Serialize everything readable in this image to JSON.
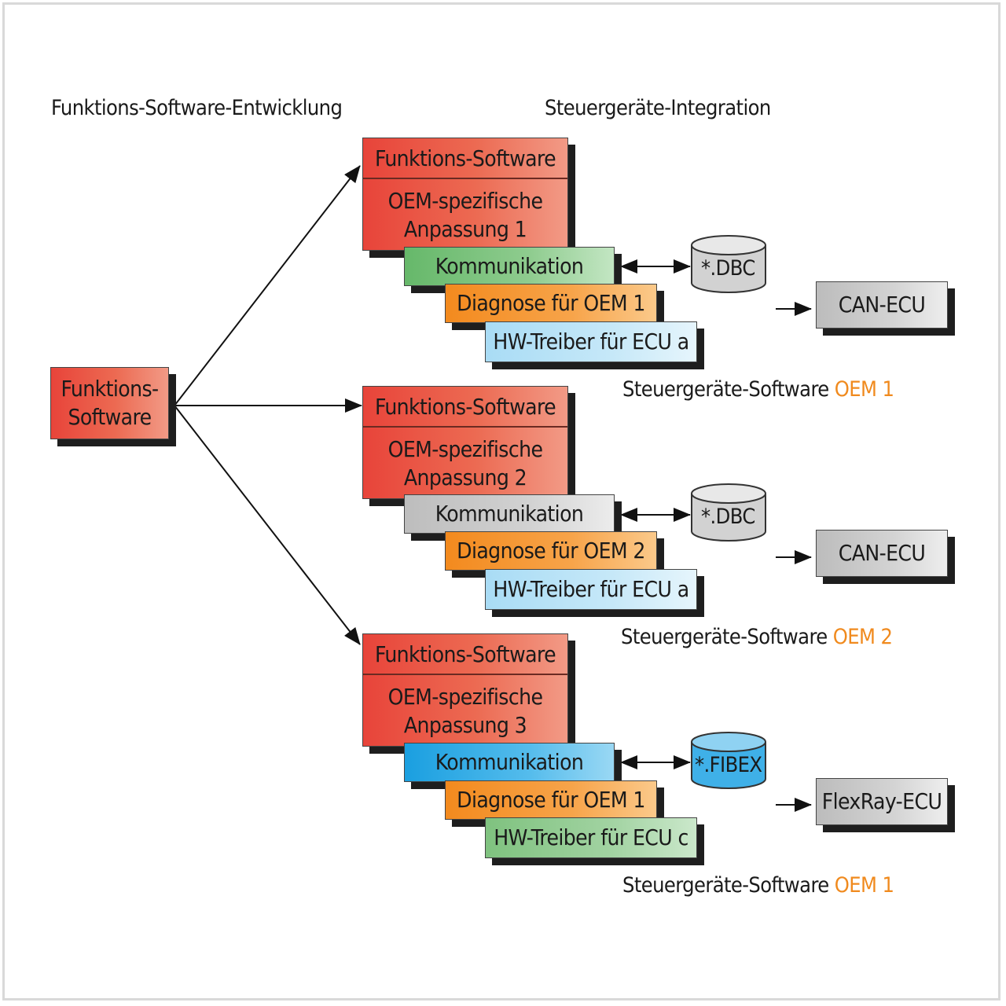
{
  "headings": {
    "left": "Funktions-Software-Entwicklung",
    "right": "Steuergeräte-Integration"
  },
  "source_box": {
    "line1": "Funktions-",
    "line2": "Software"
  },
  "variants": [
    {
      "functions_software": "Funktions-Software",
      "oem_adaptation": {
        "line1": "OEM-spezifische",
        "line2": "Anpassung 1"
      },
      "communication": "Kommunikation",
      "diagnosis": "Diagnose für OEM 1",
      "hw_driver": "HW-Treiber für ECU a",
      "database": "*.DBC",
      "ecu": "CAN-ECU",
      "caption": {
        "text": "Steuergeräte-Software",
        "oem": "OEM 1"
      }
    },
    {
      "functions_software": "Funktions-Software",
      "oem_adaptation": {
        "line1": "OEM-spezifische",
        "line2": "Anpassung 2"
      },
      "communication": "Kommunikation",
      "diagnosis": "Diagnose für OEM 2",
      "hw_driver": "HW-Treiber für ECU a",
      "database": "*.DBC",
      "ecu": "CAN-ECU",
      "caption": {
        "text": "Steuergeräte-Software",
        "oem": "OEM 2"
      }
    },
    {
      "functions_software": "Funktions-Software",
      "oem_adaptation": {
        "line1": "OEM-spezifische",
        "line2": "Anpassung 3"
      },
      "communication": "Kommunikation",
      "diagnosis": "Diagnose für OEM 1",
      "hw_driver": "HW-Treiber für ECU c",
      "database": "*.FIBEX",
      "ecu": "FlexRay-ECU",
      "caption": {
        "text": "Steuergeräte-Software",
        "oem": "OEM 1"
      }
    }
  ],
  "colors": {
    "functions_software": "#e8443a",
    "communication_1": "#66b86a",
    "communication_2": "#bdbdbd",
    "communication_3": "#1a9fe0",
    "diagnosis": "#f38a1e",
    "hw_driver_a": "#a9dcf5",
    "hw_driver_c": "#7fc27f",
    "oem_highlight": "#f08a1e",
    "database_dbc": "#d0d0d0",
    "database_fibex": "#3fb0e8"
  }
}
